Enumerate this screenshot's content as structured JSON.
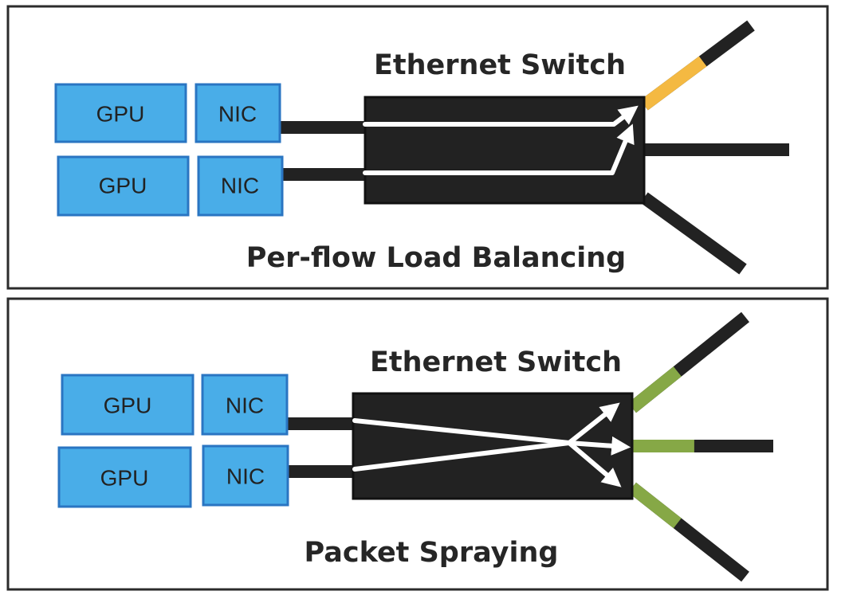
{
  "colors": {
    "device_fill": "#49ade8",
    "device_border": "#2a75c2",
    "switch_fill": "#222222",
    "cable": "#222222",
    "flow_arrow": "#ffffff",
    "congested_link": "#f4b942",
    "sprayed_link": "#86a846"
  },
  "panels": [
    {
      "id": "per-flow",
      "switch_label": "Ethernet Switch",
      "caption": "Per-flow Load Balancing",
      "hosts": [
        {
          "gpu_label": "GPU",
          "nic_label": "NIC"
        },
        {
          "gpu_label": "GPU",
          "nic_label": "NIC"
        }
      ],
      "uplinks": [
        {
          "name": "upper",
          "state": "congested",
          "highlight_fraction": 0.55
        },
        {
          "name": "middle",
          "state": "idle",
          "highlight_fraction": 0
        },
        {
          "name": "lower",
          "state": "idle",
          "highlight_fraction": 0
        }
      ],
      "flows": "both flows hashed to upper uplink"
    },
    {
      "id": "packet-spraying",
      "switch_label": "Ethernet Switch",
      "caption": "Packet Spraying",
      "hosts": [
        {
          "gpu_label": "GPU",
          "nic_label": "NIC"
        },
        {
          "gpu_label": "GPU",
          "nic_label": "NIC"
        }
      ],
      "uplinks": [
        {
          "name": "upper",
          "state": "sprayed",
          "highlight_fraction": 0.4
        },
        {
          "name": "middle",
          "state": "sprayed",
          "highlight_fraction": 0.44
        },
        {
          "name": "lower",
          "state": "sprayed",
          "highlight_fraction": 0.4
        }
      ],
      "flows": "flows merged and sprayed across all uplinks"
    }
  ]
}
